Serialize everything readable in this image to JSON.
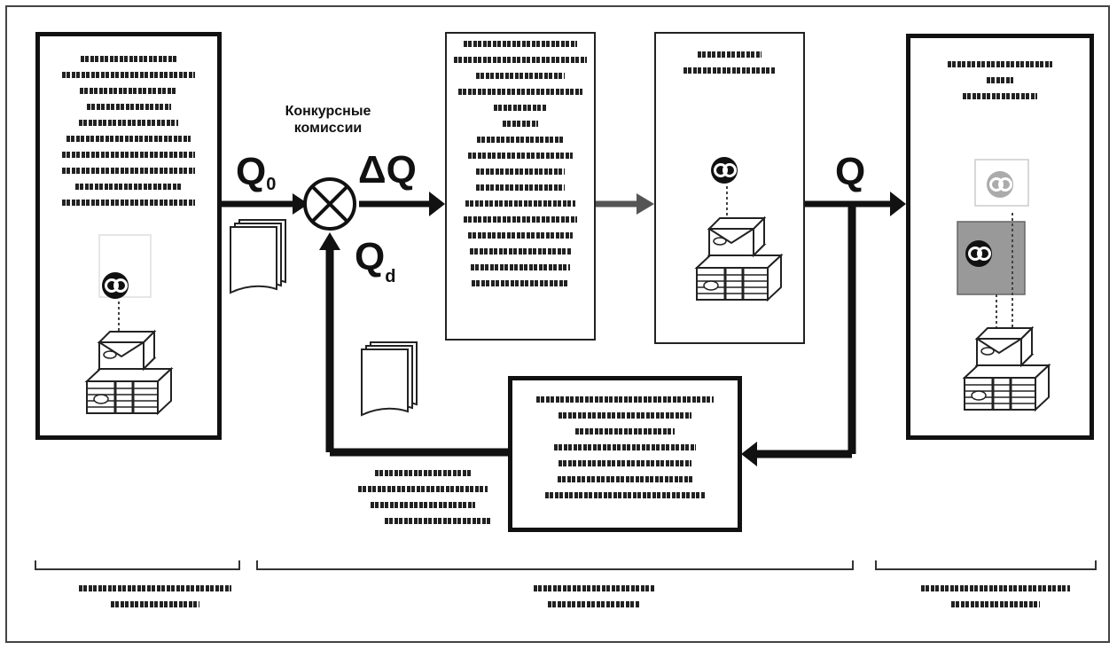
{
  "labels": {
    "commissions_line1": "Конкурсные",
    "commissions_line2": "комиссии"
  },
  "symbols": {
    "q0_main": "Q",
    "q0_sub": "0",
    "delta_q": "ΔQ",
    "qd_main": "Q",
    "qd_sub": "d",
    "q": "Q"
  },
  "icons": [
    "certification-mark-icon",
    "products-crates-icon",
    "document-stack-icon",
    "summing-junction-icon"
  ],
  "colors": {
    "line": "#111111",
    "arrow_grey": "#555555"
  }
}
